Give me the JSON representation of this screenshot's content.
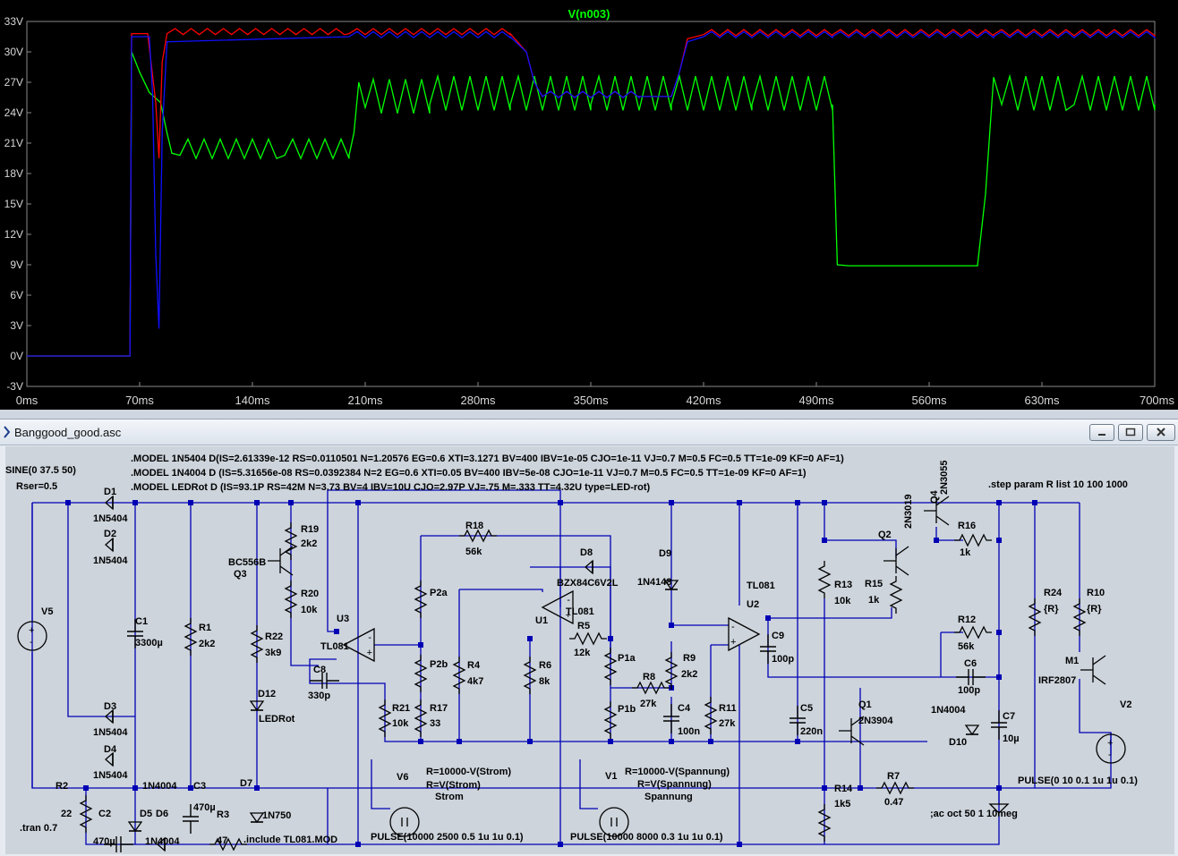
{
  "plot": {
    "trace_name": "V(n003)",
    "y_ticks": [
      "33V",
      "30V",
      "27V",
      "24V",
      "21V",
      "18V",
      "15V",
      "12V",
      "9V",
      "6V",
      "3V",
      "0V",
      "-3V"
    ],
    "x_ticks": [
      "0ms",
      "70ms",
      "140ms",
      "210ms",
      "280ms",
      "350ms",
      "420ms",
      "490ms",
      "560ms",
      "630ms",
      "700ms"
    ],
    "colors": {
      "background": "#000000",
      "title": "#00ff00",
      "axis_text": "#d8d8d8",
      "green": "#00ff00",
      "red": "#ff0000",
      "blue": "#1010ff"
    }
  },
  "chart_data": {
    "type": "line",
    "title": "V(n003)",
    "xlabel": "",
    "ylabel": "",
    "xlim": [
      0,
      700
    ],
    "ylim": [
      -3,
      33
    ],
    "x_unit": "ms",
    "y_unit": "V",
    "grid": false,
    "series": [
      {
        "color": "#00ff00",
        "points": [
          [
            0,
            0
          ],
          [
            64,
            0
          ],
          [
            65,
            30
          ],
          [
            70,
            28
          ],
          [
            76,
            26
          ],
          [
            83,
            25
          ],
          [
            87,
            22
          ],
          [
            90,
            20
          ],
          [
            95,
            19.8
          ],
          [
            160,
            19.8
          ],
          [
            200,
            19.8
          ],
          [
            203,
            22
          ],
          [
            206,
            27
          ],
          [
            210,
            24.5
          ],
          [
            250,
            24.8
          ],
          [
            300,
            24.8
          ],
          [
            350,
            24.8
          ],
          [
            400,
            24.8
          ],
          [
            450,
            24.8
          ],
          [
            500,
            24.8
          ],
          [
            503,
            9
          ],
          [
            510,
            8.9
          ],
          [
            590,
            8.9
          ],
          [
            595,
            16
          ],
          [
            600,
            27.5
          ],
          [
            605,
            24.8
          ],
          [
            650,
            24.8
          ],
          [
            700,
            24.8
          ]
        ]
      },
      {
        "color": "#ff0000",
        "points": [
          [
            0,
            0
          ],
          [
            64,
            0
          ],
          [
            65,
            31.8
          ],
          [
            75,
            31.8
          ],
          [
            80,
            25
          ],
          [
            82,
            19.5
          ],
          [
            84,
            29
          ],
          [
            87,
            31.8
          ],
          [
            200,
            31.8
          ],
          [
            300,
            31.8
          ],
          [
            310,
            30
          ],
          [
            315,
            27
          ],
          [
            320,
            25.6
          ],
          [
            380,
            25.6
          ],
          [
            400,
            25.6
          ],
          [
            405,
            28
          ],
          [
            410,
            31.3
          ],
          [
            420,
            31.7
          ],
          [
            500,
            31.7
          ],
          [
            600,
            31.7
          ],
          [
            700,
            31.7
          ]
        ]
      },
      {
        "color": "#1010ff",
        "points": [
          [
            0,
            0
          ],
          [
            64,
            0
          ],
          [
            65,
            31.5
          ],
          [
            76,
            31.5
          ],
          [
            78,
            26
          ],
          [
            80,
            10
          ],
          [
            82,
            2.7
          ],
          [
            84,
            22
          ],
          [
            87,
            31
          ],
          [
            200,
            31.5
          ],
          [
            300,
            31.5
          ],
          [
            310,
            30
          ],
          [
            315,
            27
          ],
          [
            320,
            25.6
          ],
          [
            380,
            25.6
          ],
          [
            400,
            25.6
          ],
          [
            405,
            28
          ],
          [
            410,
            31
          ],
          [
            420,
            31.5
          ],
          [
            500,
            31.5
          ],
          [
            600,
            31.5
          ],
          [
            700,
            31.5
          ]
        ]
      }
    ]
  },
  "window": {
    "title": "Banggood_good.asc",
    "min_icon": "minimize-icon",
    "max_icon": "maximize-icon",
    "close_icon": "close-icon"
  },
  "schematic": {
    "directives": [
      ".MODEL 1N5404 D(IS=2.61339e-12 RS=0.0110501 N=1.20576 EG=0.6 XTI=3.1271 BV=400 IBV=1e-05 CJO=1e-11 VJ=0.7 M=0.5 FC=0.5 TT=1e-09 KF=0 AF=1)",
      ".MODEL 1N4004 D (IS=5.31656e-08 RS=0.0392384 N=2 EG=0.6 XTI=0.05 BV=400 IBV=5e-08 CJO=1e-11 VJ=0.7 M=0.5 FC=0.5 TT=1e-09 KF=0 AF=1)",
      ".MODEL LEDRot D (IS=93.1P RS=42M N=3.73 BV=4 IBV=10U CJO=2.97P VJ=.75 M=.333 TT=4.32U type=LED-rot)",
      ".step param R list 10 100 1000",
      ".tran 0.7",
      ".include TL081.MOD",
      ";ac oct 50 1 10meg"
    ],
    "source_v5": {
      "value": "SINE(0 37.5 50)",
      "rser": "Rser=0.5",
      "name": "V5"
    },
    "labels": {
      "D1": "D1",
      "D1v": "1N5404",
      "D2": "D2",
      "D2v": "1N5404",
      "D3": "D3",
      "D3v": "1N5404",
      "D4": "D4",
      "D4v": "1N5404",
      "C1": "C1",
      "C1v": "3300µ",
      "R1": "R1",
      "R1v": "2k2",
      "Q3n": "BC556B",
      "Q3": "Q3",
      "R19": "R19",
      "R19v": "2k2",
      "R20": "R20",
      "R20v": "10k",
      "R22": "R22",
      "R22v": "3k9",
      "D12": "D12",
      "D12v": "LEDRot",
      "C8": "C8",
      "C8v": "330p",
      "U3": "U3",
      "U3v": "TL081",
      "R21": "R21",
      "R21v": "10k",
      "R18": "R18",
      "R18v": "56k",
      "P2a": "P2a",
      "P2b": "P2b",
      "R17": "R17",
      "R17v": "33",
      "R4": "R4",
      "R4v": "4k7",
      "D8": "D8",
      "D8v": "BZX84C6V2L",
      "U1": "U1",
      "U1v": "TL081",
      "R5": "R5",
      "R5v": "12k",
      "R6": "R6",
      "R6v": "8k",
      "P1a": "P1a",
      "P1b": "P1b",
      "R8": "R8",
      "R8v": "27k",
      "D9": "D9",
      "D9v": "1N4148",
      "R9": "R9",
      "R9v": "2k2",
      "C4": "C4",
      "C4v": "100n",
      "U2v": "TL081",
      "U2": "U2",
      "C9": "C9",
      "C9v": "100p",
      "R11": "R11",
      "R11v": "27k",
      "C5": "C5",
      "C5v": "220n",
      "R13": "R13",
      "R13v": "10k",
      "R15": "R15",
      "R15v": "1k",
      "Q2": "Q2",
      "Q2v": "2N3019",
      "Q4": "Q4",
      "Q4v": "2N3055",
      "R16": "R16",
      "R16v": "1k",
      "R12": "R12",
      "R12v": "56k",
      "C6": "C6",
      "C6v": "100p",
      "D10v": "1N4004",
      "D10": "D10",
      "C7": "C7",
      "C7v": "10µ",
      "R24": "R24",
      "R24v": "{R}",
      "R10": "R10",
      "R10v": "{R}",
      "M1": "M1",
      "M1v": "IRF2807",
      "V2": "V2",
      "Q1": "Q1",
      "Q1v": "2N3904",
      "R7": "R7",
      "R7v": "0.47",
      "R14": "R14",
      "R14v": "1k5",
      "R2": "R2",
      "R2v": "22",
      "C2": "C2",
      "C2v": "470µ",
      "D5v": "1N4004",
      "D5": "D5",
      "D6": "D6",
      "D6v": "1N4004",
      "C3": "C3",
      "C3v": "470µ",
      "R3": "R3",
      "R3v": "47",
      "D7": "D7",
      "D7v": "1N750",
      "V6": "V6",
      "V6r1": "R=10000-V(Strom)",
      "V6r2": "R=V(Strom)",
      "V6n": "Strom",
      "V1": "V1",
      "V1r1": "R=10000-V(Spannung)",
      "V1r2": "R=V(Spannung)",
      "V1n": "Spannung",
      "P6": "PULSE(10000 2500 0.5 1u 1u 0.1)",
      "P1": "PULSE(10000 8000 0.3 1u 1u 0.1)",
      "P2": "PULSE(0 10 0.1 1u 1u 0.1)"
    },
    "colors": {
      "wire": "#0000b4",
      "canvas": "#cdd4dc",
      "junction": "#0000b4",
      "component": "#000000"
    }
  }
}
